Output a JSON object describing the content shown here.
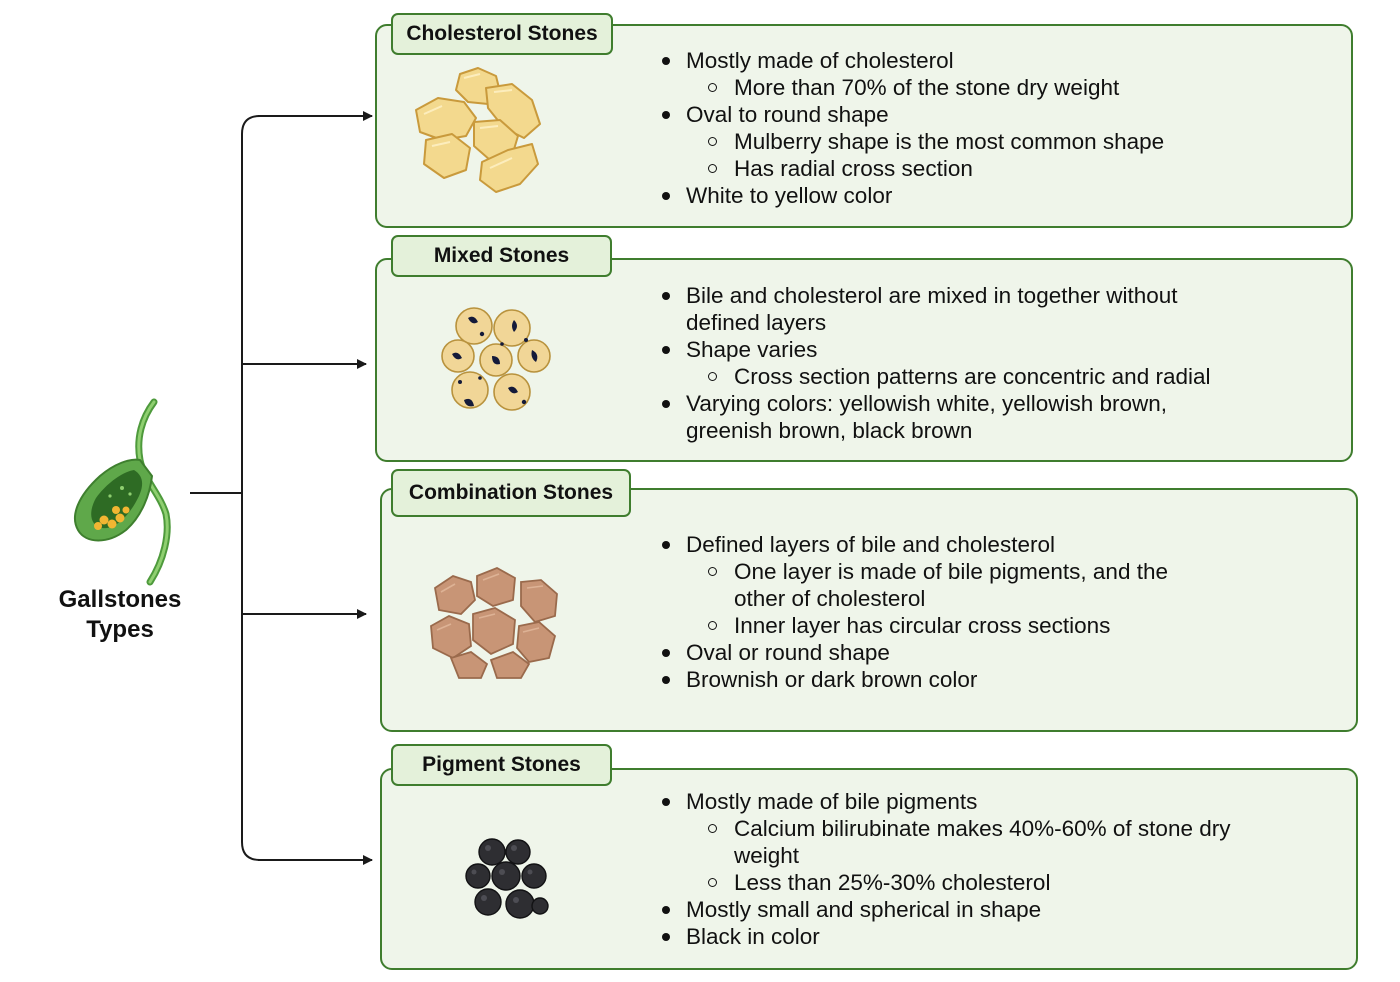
{
  "root": {
    "title_line1": "Gallstones",
    "title_line2": "Types",
    "icon": "gallbladder-icon"
  },
  "panels": [
    {
      "title": "Cholesterol Stones",
      "icon": "cholesterol-stones-icon",
      "bullets": [
        {
          "level": 1,
          "text": "Mostly made of cholesterol"
        },
        {
          "level": 2,
          "text": "More than 70% of the stone dry weight"
        },
        {
          "level": 1,
          "text": "Oval to round shape"
        },
        {
          "level": 2,
          "text": "Mulberry shape is the most common shape"
        },
        {
          "level": 2,
          "text": "Has radial cross section"
        },
        {
          "level": 1,
          "text": "White to yellow color"
        }
      ]
    },
    {
      "title": "Mixed Stones",
      "icon": "mixed-stones-icon",
      "bullets": [
        {
          "level": 1,
          "text": "Bile and cholesterol are mixed in together without defined layers"
        },
        {
          "level": 1,
          "text": "Shape varies"
        },
        {
          "level": 2,
          "text": "Cross section patterns are concentric and radial"
        },
        {
          "level": 1,
          "text": "Varying colors: yellowish white, yellowish brown, greenish brown, black brown"
        }
      ]
    },
    {
      "title": "Combination Stones",
      "icon": "combination-stones-icon",
      "bullets": [
        {
          "level": 1,
          "text": "Defined layers of bile and cholesterol"
        },
        {
          "level": 2,
          "text": "One layer is made of bile pigments, and the other of cholesterol"
        },
        {
          "level": 2,
          "text": "Inner layer has circular cross sections"
        },
        {
          "level": 1,
          "text": "Oval or round shape"
        },
        {
          "level": 1,
          "text": "Brownish or dark brown color"
        }
      ]
    },
    {
      "title": "Pigment Stones",
      "icon": "pigment-stones-icon",
      "bullets": [
        {
          "level": 1,
          "text": "Mostly made of bile pigments"
        },
        {
          "level": 2,
          "text": "Calcium bilirubinate makes 40%-60% of stone dry weight"
        },
        {
          "level": 2,
          "text": "Less than 25%-30% cholesterol"
        },
        {
          "level": 1,
          "text": "Mostly small and spherical in shape"
        },
        {
          "level": 1,
          "text": "Black in color"
        }
      ]
    }
  ],
  "colors": {
    "panel_border": "#3f7d2e",
    "panel_fill": "#eff5ea",
    "title_fill": "#e4f1da",
    "connector": "#1a1a1a",
    "cholesterol_stone": "#f3d98e",
    "mixed_stone": "#f1d697",
    "combination_stone": "#c89576",
    "pigment_stone": "#2e2e32",
    "gallbladder": "#5fa84a"
  }
}
